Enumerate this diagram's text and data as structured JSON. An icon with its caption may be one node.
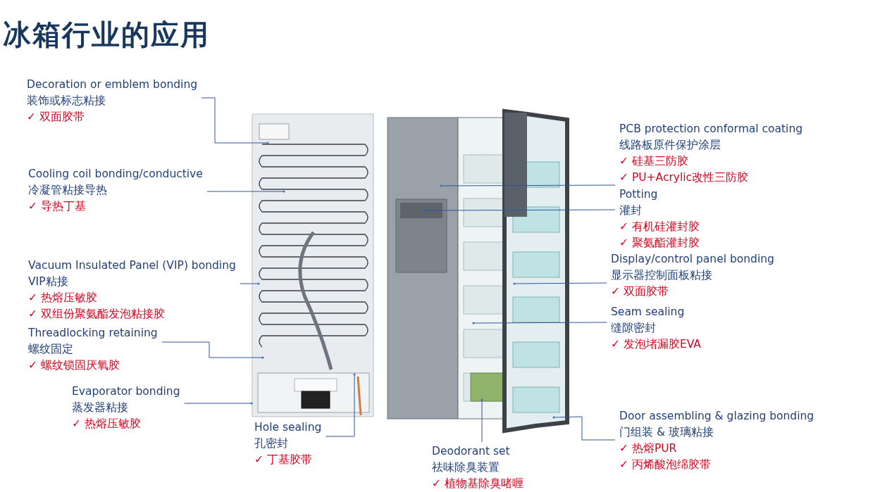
{
  "diagram": {
    "title": "冰箱行业的应用",
    "nodes": [
      {
        "text": [
          "Decoration or emblem bonding",
          "装饰或标志粘接",
          "✓ 双面胶带"
        ]
      },
      {
        "text": [
          "Cooling coil bonding/conductive",
          "冷凝管粘接导热",
          "✓ 导热丁基"
        ]
      },
      {
        "text": [
          "Vacuum Insulated Panel (VIP) bonding",
          "VIP粘接",
          "✓ 热熔压敏胶",
          "✓ 双组份聚氨酯发泡粘接胶"
        ]
      },
      {
        "text": [
          "Threadlocking retaining",
          "螺纹固定",
          "✓ 螺纹锁固厌氧胶"
        ]
      },
      {
        "text": [
          "Evaporator bonding",
          "蒸发器粘接",
          "✓ 热熔压敏胶"
        ]
      },
      {
        "text": [
          "Hole sealing",
          "孔密封",
          "✓ 丁基胶带"
        ]
      },
      {
        "text": [
          "PCB protection conformal coating",
          "线路板原件保护涂层",
          "✓ 硅基三防胶",
          "✓ PU+Acrylic改性三防胶"
        ]
      },
      {
        "text": [
          "Potting",
          "灌封",
          "✓ 有机硅灌封胶",
          "✓ 聚氨酯灌封胶"
        ]
      },
      {
        "text": [
          "Display/control panel bonding",
          "显示器控制面板粘接",
          "✓ 双面胶带"
        ]
      },
      {
        "text": [
          "Seam sealing",
          "缝隙密封",
          "✓ 发泡堵漏胶EVA"
        ]
      },
      {
        "text": [
          "Deodorant set",
          "祛味除臭装置",
          "✓ 植物基除臭啫喱"
        ]
      },
      {
        "text": [
          "Door assembling & glazing bonding",
          "门组装 & 玻璃粘接",
          "✓ 热熔PUR",
          "✓ 丙烯酸泡绵胶带"
        ]
      },
      {
        "text": [],
        "shape": "picture"
      },
      {
        "text": [],
        "shape": "picture"
      }
    ],
    "edges": [
      {
        "from": 0,
        "to": 12,
        "arrow": "other"
      },
      {
        "from": 1,
        "to": 12,
        "arrow": "other"
      },
      {
        "from": 2,
        "to": 12,
        "arrow": "other"
      },
      {
        "from": 3,
        "to": 12,
        "arrow": "other"
      },
      {
        "from": 4,
        "to": 12,
        "arrow": "other"
      },
      {
        "from": 5,
        "to": 12,
        "arrow": "other"
      },
      {
        "from": 6,
        "to": 13,
        "arrow": "other"
      },
      {
        "from": 7,
        "to": 13,
        "arrow": "other"
      },
      {
        "from": 8,
        "to": 13,
        "arrow": "other"
      },
      {
        "from": 9,
        "to": 13,
        "arrow": "other"
      },
      {
        "from": 10,
        "to": 13,
        "arrow": "other"
      },
      {
        "from": 11,
        "to": 13,
        "arrow": "other"
      }
    ]
  }
}
